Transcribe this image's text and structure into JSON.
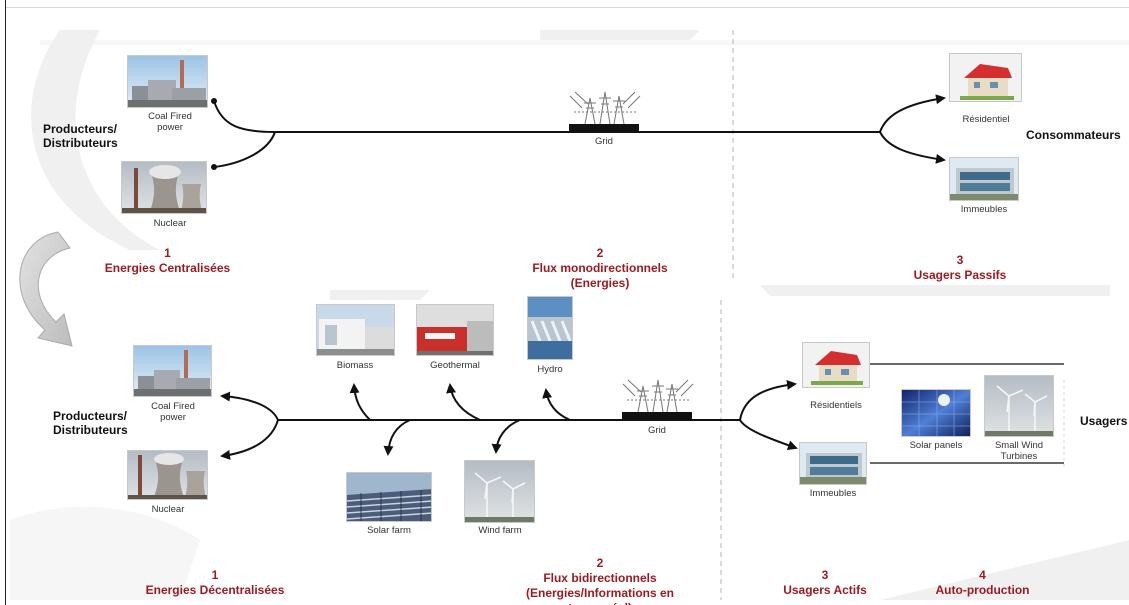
{
  "diagram": {
    "colors": {
      "heading_red": "#9b1b22",
      "line": "#111111",
      "divider": "#b0b0b0",
      "watermark": "#eeeeee",
      "big_arrow": "#cccccc"
    },
    "top": {
      "producers": "Producteurs/\nDistributeurs",
      "consumers": "Consommateurs",
      "coal_label": "Coal Fired\npower",
      "nuclear_label": "Nuclear",
      "grid_label": "Grid",
      "residential_label": "Résidentiel",
      "buildings_label": "Immeubles",
      "sections": [
        {
          "number": "1",
          "title": "Energies Centralisées"
        },
        {
          "number": "2",
          "title": "Flux monodirectionnels\n(Energies)"
        },
        {
          "number": "3",
          "title": "Usagers Passifs"
        }
      ]
    },
    "bottom": {
      "producers": "Producteurs/\nDistributeurs",
      "users": "Usagers",
      "coal_label": "Coal Fired\npower",
      "nuclear_label": "Nuclear",
      "biomass_label": "Biomass",
      "geothermal_label": "Geothermal",
      "hydro_label": "Hydro",
      "solar_farm_label": "Solar farm",
      "wind_farm_label": "Wind farm",
      "grid_label": "Grid",
      "residential_label": "Résidentiels",
      "buildings_label": "Immeubles",
      "solar_panels_label": "Solar panels",
      "small_wind_label": "Small Wind\nTurbines",
      "sections": [
        {
          "number": "1",
          "title": "Energies Décentralisées"
        },
        {
          "number": "2",
          "title": "Flux bidirectionnels\n(Energies/Informations en\ntemps réel)"
        },
        {
          "number": "3",
          "title": "Usagers Actifs"
        },
        {
          "number": "4",
          "title": "Auto-production"
        }
      ]
    }
  }
}
